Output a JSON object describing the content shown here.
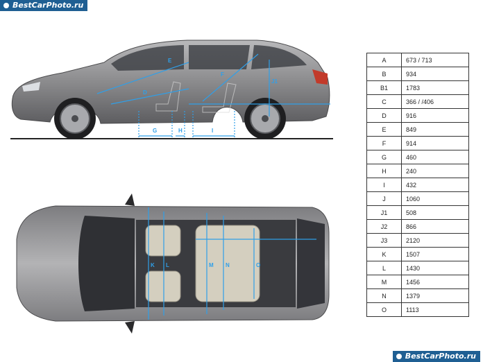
{
  "watermark": {
    "top": "BestCarPhoto.ru",
    "bottom": "BestCarPhoto.ru"
  },
  "colors": {
    "dimension_line": "#2f9fe8",
    "car_body": "#8d8d8f",
    "table_border": "#333333"
  },
  "side_labels": [
    "G",
    "H",
    "I",
    "J1",
    "F",
    "E",
    "D"
  ],
  "top_labels": [
    "K",
    "L",
    "M",
    "N",
    "O"
  ],
  "dimensions": [
    {
      "key": "A",
      "value": "673 / 713"
    },
    {
      "key": "B",
      "value": "934"
    },
    {
      "key": "B1",
      "value": "1783"
    },
    {
      "key": "C",
      "value": "366 / /406"
    },
    {
      "key": "D",
      "value": "916"
    },
    {
      "key": "E",
      "value": "849"
    },
    {
      "key": "F",
      "value": "914"
    },
    {
      "key": "G",
      "value": "460"
    },
    {
      "key": "H",
      "value": "240"
    },
    {
      "key": "I",
      "value": "432"
    },
    {
      "key": "J",
      "value": "1060"
    },
    {
      "key": "J1",
      "value": "508"
    },
    {
      "key": "J2",
      "value": "866"
    },
    {
      "key": "J3",
      "value": "2120"
    },
    {
      "key": "K",
      "value": "1507"
    },
    {
      "key": "L",
      "value": "1430"
    },
    {
      "key": "M",
      "value": "1456"
    },
    {
      "key": "N",
      "value": "1379"
    },
    {
      "key": "O",
      "value": "1113"
    }
  ]
}
